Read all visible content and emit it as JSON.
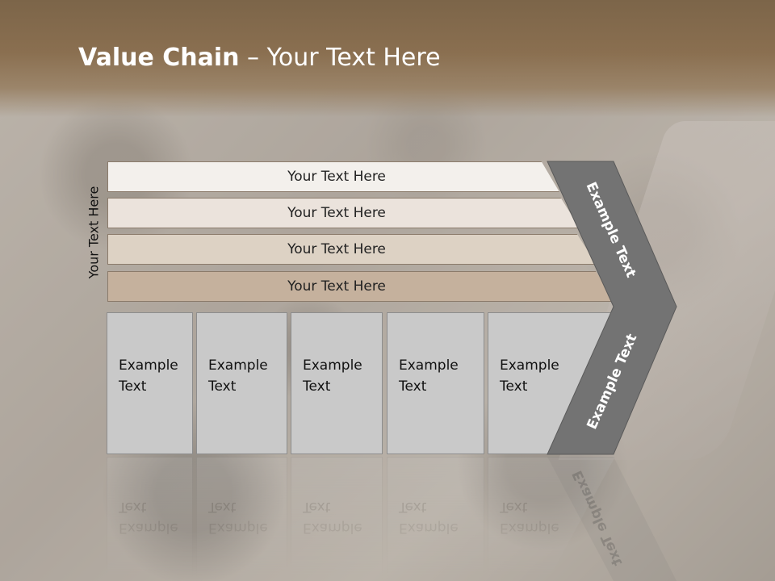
{
  "title": {
    "bold": "Value Chain",
    "rest": " – Your Text Here"
  },
  "side_label": "Your Text Here",
  "bars": [
    {
      "label": "Your Text Here"
    },
    {
      "label": "Your Text Here"
    },
    {
      "label": "Your Text Here"
    },
    {
      "label": "Your Text Here"
    }
  ],
  "cards": [
    {
      "line1": "Example",
      "line2": "Text"
    },
    {
      "line1": "Example",
      "line2": "Text"
    },
    {
      "line1": "Example",
      "line2": "Text"
    },
    {
      "line1": "Example",
      "line2": "Text"
    },
    {
      "line1": "Example",
      "line2": "Text"
    }
  ],
  "chevron": {
    "upper_label": "Example Text",
    "lower_label": "Example Text"
  },
  "colors": {
    "header": "#7c6549",
    "chevron": "#727272",
    "card": "#c9c9c9",
    "bar_1": "#f3f0ec",
    "bar_2": "#ebe3dc",
    "bar_3": "#ddd2c4",
    "bar_4": "#c5b19d"
  }
}
